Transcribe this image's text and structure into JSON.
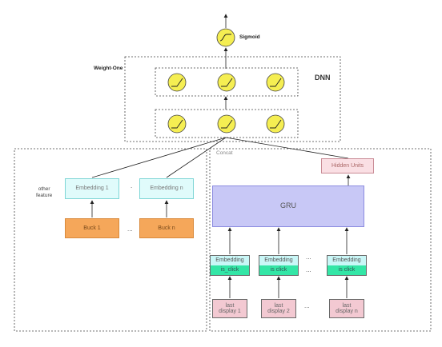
{
  "labels": {
    "sigmoid": "Sigmoid",
    "weight_one": "Weight-One",
    "dnn": "DNN",
    "concat": "Concat",
    "other_feature": "other\nfeature",
    "ellipsis": "...",
    "dot": "."
  },
  "left_branch": {
    "embeddings": [
      "Embedding 1",
      "Embedding n"
    ],
    "buckets": [
      "Buck 1",
      "Buck n"
    ]
  },
  "rnn_branch": {
    "hidden_units": "Hidden Units",
    "gru": "GRU",
    "embeddings": [
      {
        "top": "Embedding",
        "bottom": "is_click"
      },
      {
        "top": "Embedding",
        "bottom": "is click"
      },
      {
        "top": "Embedding",
        "bottom": "is click"
      }
    ],
    "displays": [
      "last\ndisplay 1",
      "last\ndisplay 2",
      "last\ndisplay n"
    ]
  },
  "colors": {
    "neuron": "#f5ee52",
    "embedding_top": "#e0fbfb",
    "bucket": "#f5a75a",
    "hidden_units": "#fadfe4",
    "gru": "#c8c8f6",
    "embedding_click": "#33e6a6",
    "display": "#f3c9d2"
  }
}
